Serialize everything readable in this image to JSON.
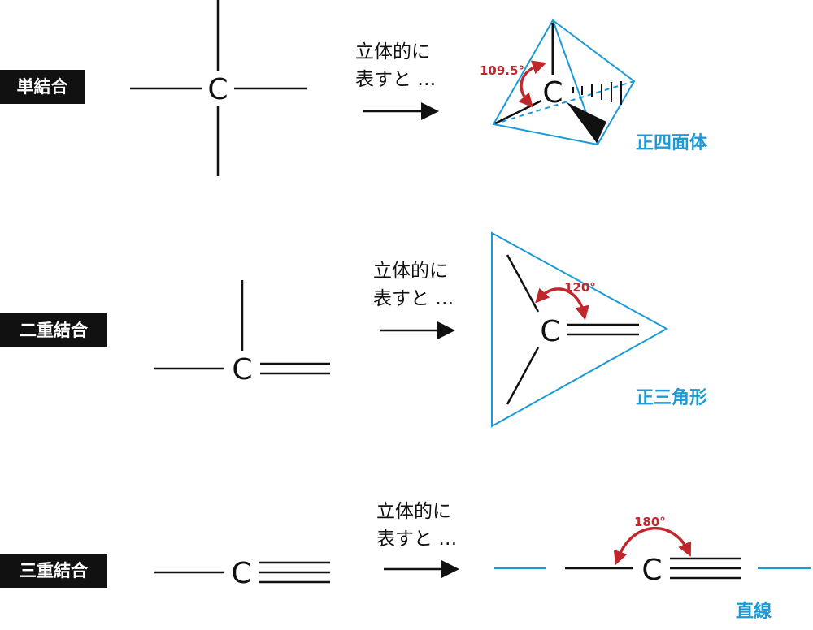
{
  "rows": [
    {
      "bond_label": "単結合",
      "caption_line1": "立体的に",
      "caption_line2": "表すと …",
      "shape_name": "正四面体",
      "angle": "109.5°"
    },
    {
      "bond_label": "二重結合",
      "caption_line1": "立体的に",
      "caption_line2": "表すと …",
      "shape_name": "正三角形",
      "angle": "120°"
    },
    {
      "bond_label": "三重結合",
      "caption_line1": "立体的に",
      "caption_line2": "表すと …",
      "shape_name": "直線",
      "angle": "180°"
    }
  ],
  "atom": "C",
  "colors": {
    "outline": "#1a9ad6",
    "angle_arrow": "#c0272d",
    "label_bg": "#111111"
  }
}
